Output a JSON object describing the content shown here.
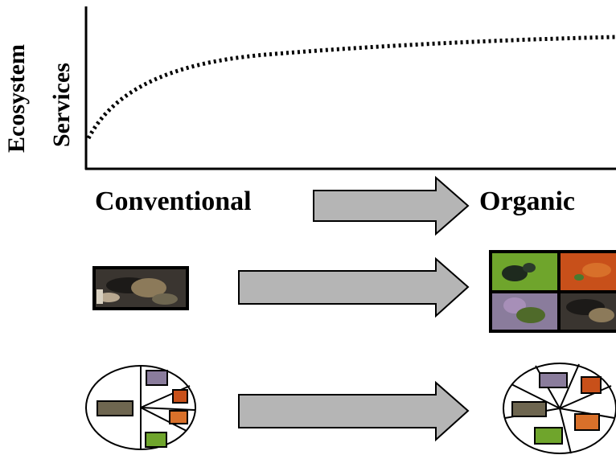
{
  "y_axis_label": [
    "Ecosystem",
    "Services"
  ],
  "x_start_label": "Conventional",
  "x_end_label": "Organic",
  "colors": {
    "arrow_fill": "#b5b5b5",
    "curve": "#000000",
    "photo_dark": "#2a2a24",
    "photo_green": "#6fa52c",
    "photo_orange": "#c8501a",
    "photo_purple": "#8a7c9c"
  },
  "panels": [
    {
      "row": "curve",
      "icons": [
        "dotted-saturating-curve"
      ]
    },
    {
      "row": "bee-photos",
      "icons": [
        "single-bee-photo",
        "four-bee-photo-grid"
      ]
    },
    {
      "row": "pie-charts",
      "icons": [
        "pie-chart-few-bees",
        "pie-chart-many-bees"
      ]
    }
  ]
}
